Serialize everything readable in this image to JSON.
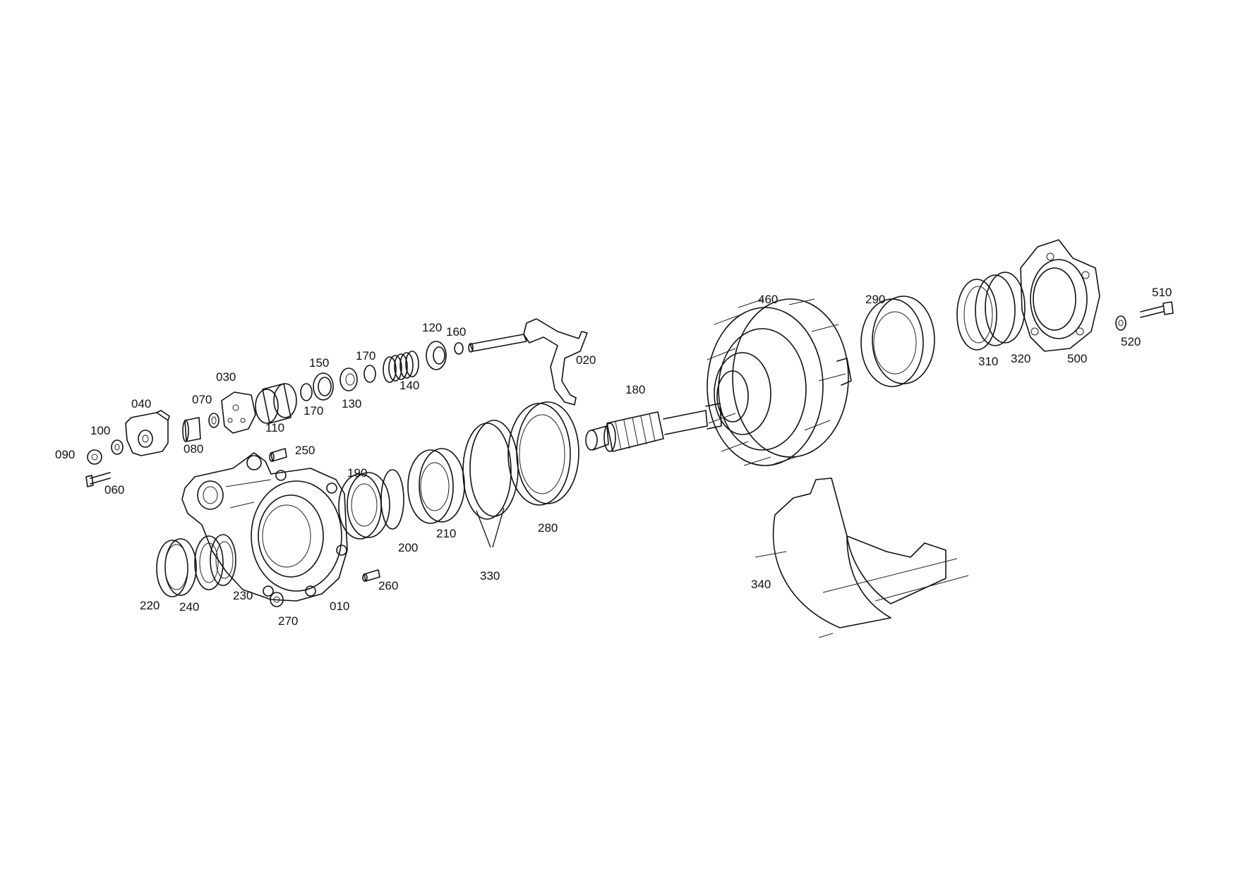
{
  "diagram": {
    "colors": {
      "line": "#111111",
      "background": "#ffffff"
    },
    "callouts": {
      "c010": "010",
      "c020": "020",
      "c030": "030",
      "c040": "040",
      "c060": "060",
      "c070": "070",
      "c080": "080",
      "c090": "090",
      "c100": "100",
      "c110": "110",
      "c120": "120",
      "c130": "130",
      "c140": "140",
      "c150": "150",
      "c160": "160",
      "c170a": "170",
      "c170b": "170",
      "c180": "180",
      "c190": "190",
      "c200": "200",
      "c210": "210",
      "c220": "220",
      "c230": "230",
      "c240": "240",
      "c250": "250",
      "c260": "260",
      "c270": "270",
      "c280": "280",
      "c290": "290",
      "c310": "310",
      "c320": "320",
      "c330": "330",
      "c340": "340",
      "c460": "460",
      "c500": "500",
      "c510": "510",
      "c520": "520"
    }
  }
}
